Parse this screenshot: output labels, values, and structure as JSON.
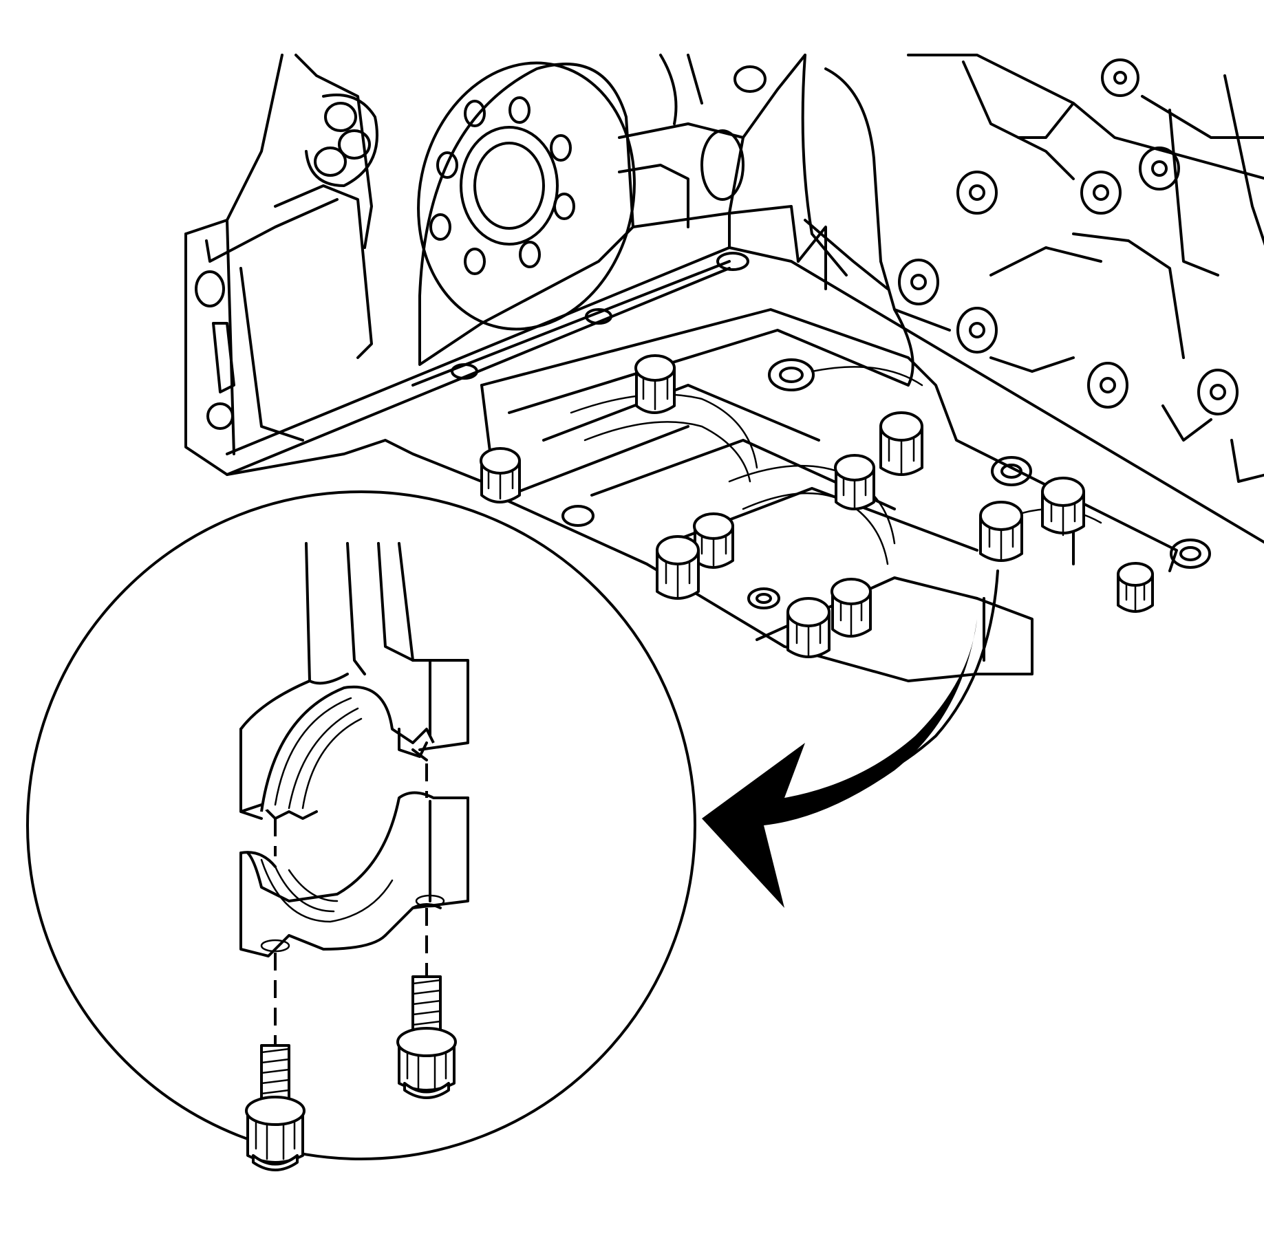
{
  "figure": {
    "kind": "service-illustration",
    "background_color": "#ffffff",
    "line_color": "#000000",
    "components": {
      "engine_block": "engine-block",
      "crankshaft_main_bearing_caps": "main-bearing-cap-bolt-assembly",
      "callout_arrow": "callout-arrow",
      "detail_view": "connecting-rod-cap-detail",
      "fasteners": "connecting-rod-bolt"
    }
  }
}
